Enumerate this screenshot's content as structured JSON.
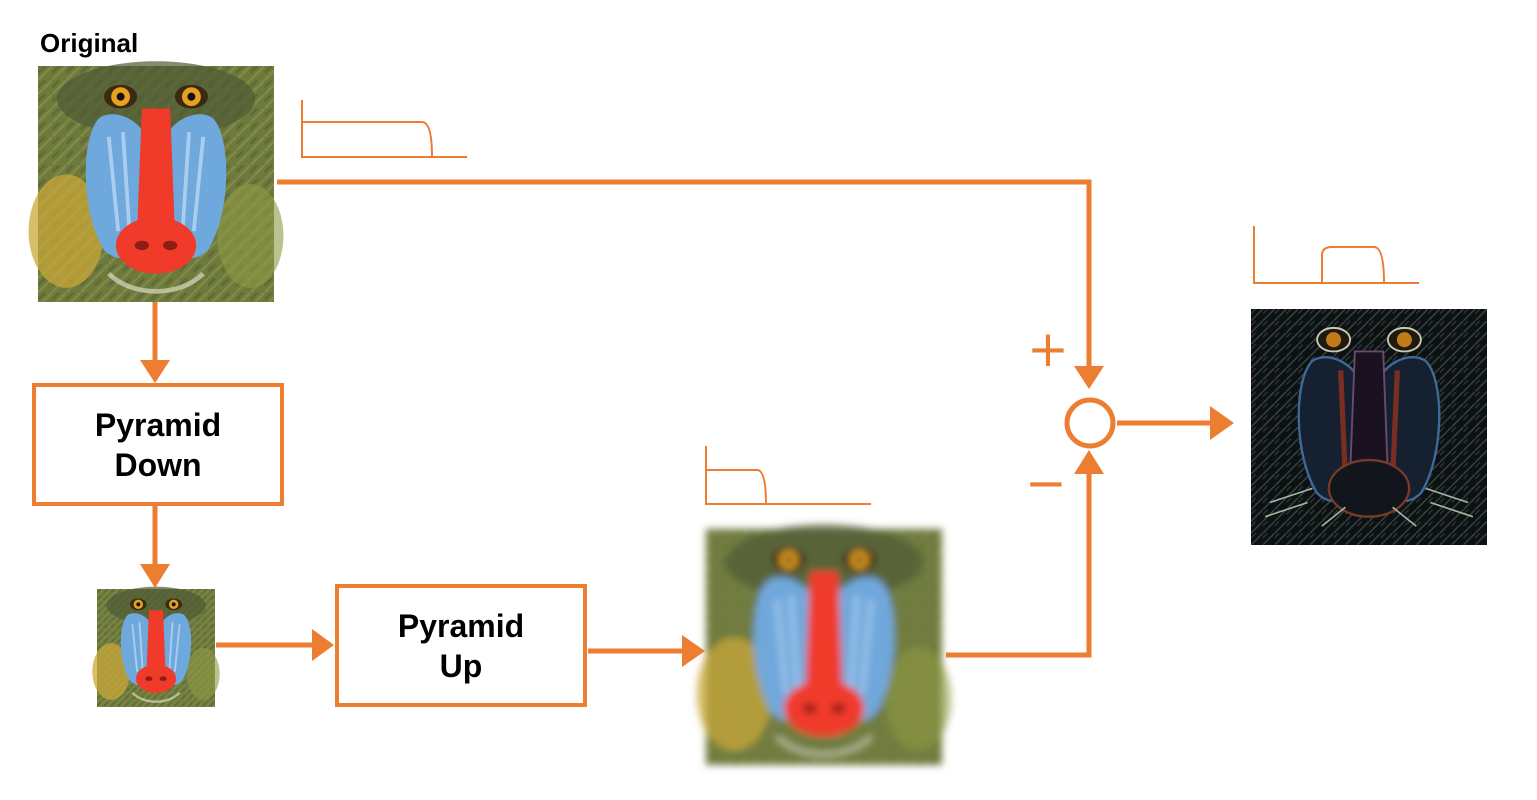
{
  "labels": {
    "original": "Original",
    "pyramid_down_line1": "Pyramid",
    "pyramid_down_line2": "Down",
    "pyramid_up_line1": "Pyramid",
    "pyramid_up_line2": "Up",
    "plus": "+",
    "minus": "−"
  },
  "colors": {
    "accent": "#ED7D31",
    "text": "#000000",
    "background": "#FFFFFF"
  }
}
